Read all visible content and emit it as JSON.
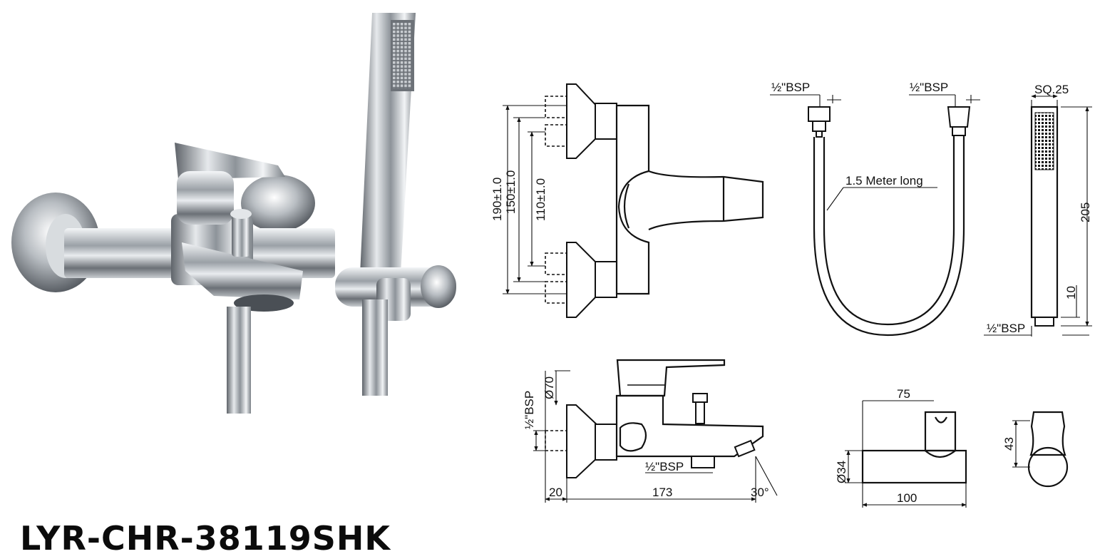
{
  "product": {
    "model_code": "LYR-CHR-38119SHK"
  },
  "drawing": {
    "front_view": {
      "dim_outer": "190±1.0",
      "dim_middle": "150±1.0",
      "dim_inner": "110±1.0"
    },
    "side_view": {
      "inlet_thread": "½\"BSP",
      "flange_dia": "Ø70",
      "outlet_thread": "½\"BSP",
      "wall_offset": "20",
      "spout_length": "173",
      "spout_angle": "30°"
    },
    "hose": {
      "left_thread": "½\"BSP",
      "right_thread": "½\"BSP",
      "length_note": "1.5 Meter long"
    },
    "hand_shower": {
      "head_size": "SQ.25",
      "length": "205",
      "thread_len": "10",
      "thread": "½\"BSP"
    },
    "holder": {
      "width_top": "75",
      "base_dia": "Ø34",
      "base_width": "100"
    },
    "holder_side": {
      "height": "43"
    }
  }
}
